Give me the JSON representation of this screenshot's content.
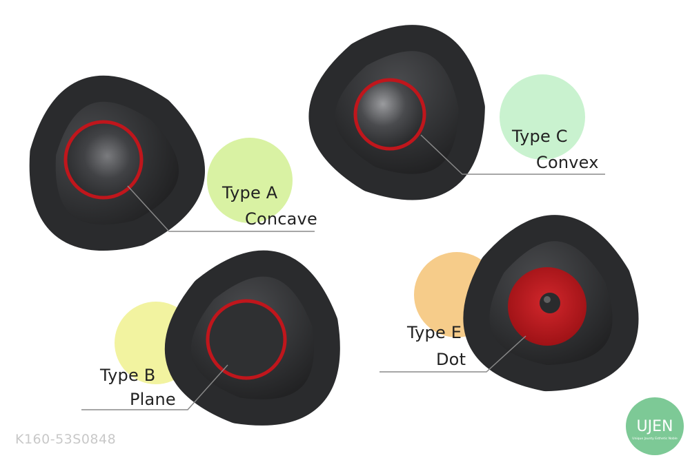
{
  "product_code": "K160-53S0848",
  "logo": {
    "name": "UJEN",
    "tagline": "Unique Jaunty Esthetic Noble",
    "color": "#7dc996"
  },
  "variants": [
    {
      "type_label": "Type A",
      "cap_label": "Concave",
      "accent_color": "#d9f2a3"
    },
    {
      "type_label": "Type C",
      "cap_label": "Convex",
      "accent_color": "#c9f2cf"
    },
    {
      "type_label": "Type B",
      "cap_label": "Plane",
      "accent_color": "#f2f3a0"
    },
    {
      "type_label": "Type E",
      "cap_label": "Dot",
      "accent_color": "#f6cc8a"
    }
  ],
  "colors": {
    "knob": "#2f3032",
    "ring": "#c0161c",
    "leader_line": "#888888"
  }
}
